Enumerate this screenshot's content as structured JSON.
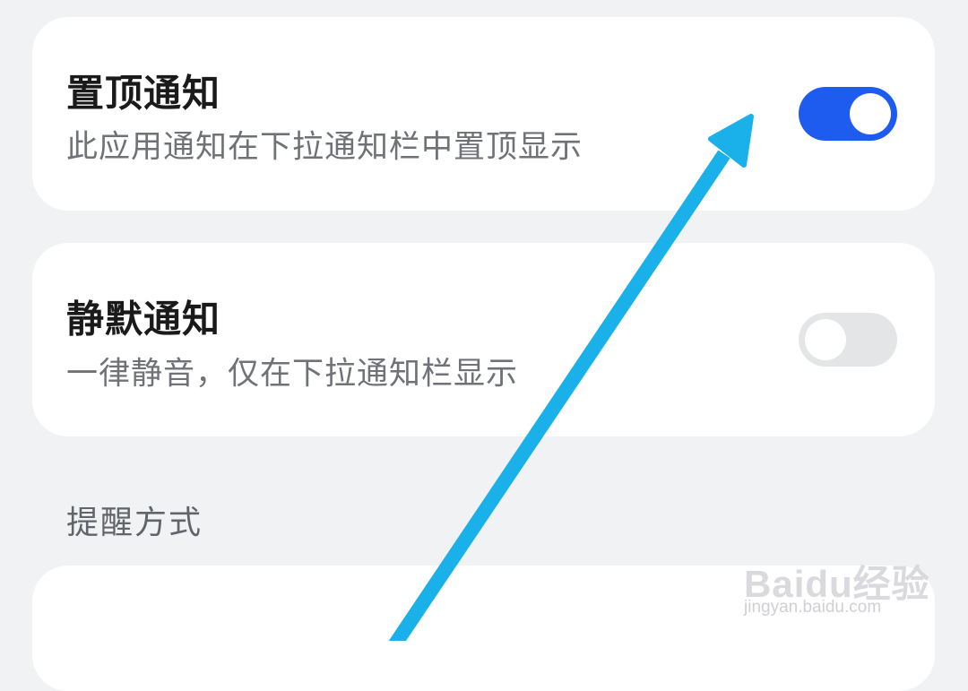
{
  "pin_notification": {
    "title": "置顶通知",
    "description": "此应用通知在下拉通知栏中置顶显示",
    "enabled": true
  },
  "silent_notification": {
    "title": "静默通知",
    "description": "一律静音，仅在下拉通知栏显示",
    "enabled": false
  },
  "reminder_section": {
    "header": "提醒方式"
  },
  "watermark": {
    "logo": "Baidu经验",
    "url": "jingyan.baidu.com"
  },
  "colors": {
    "toggle_on": "#1e5cf0",
    "toggle_off": "#e4e5e7",
    "annotation_arrow": "#1ab0ea",
    "page_background": "#f1f2f4"
  }
}
